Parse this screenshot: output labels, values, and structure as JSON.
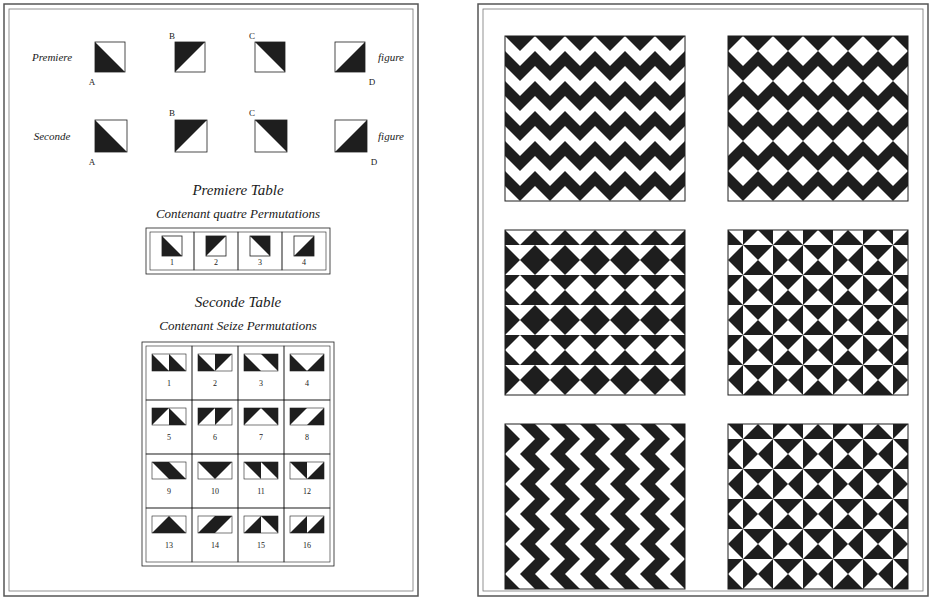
{
  "diagram": {
    "labels": [
      "Premiere",
      "A",
      "B",
      "C",
      "D",
      "figure",
      "Seconde",
      "A",
      "B",
      "C",
      "D",
      "figure",
      "Premiere Table",
      "Contenant quatre Permutations",
      "1",
      "2",
      "3",
      "4",
      "Seconde Table",
      "Contenant Seize Permutations",
      "1",
      "2",
      "3",
      "4",
      "5",
      "6",
      "7",
      "8",
      "9",
      "10",
      "11",
      "12",
      "13",
      "14",
      "15",
      "16"
    ]
  }
}
